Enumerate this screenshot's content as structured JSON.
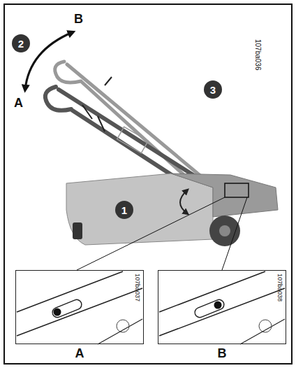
{
  "diagram": {
    "nodes": [
      {
        "text": [
          "2"
        ]
      },
      {
        "text": [
          "3"
        ]
      },
      {
        "text": [
          "1"
        ]
      },
      {
        "text": [
          "107ba037",
          "A"
        ]
      },
      {
        "text": [
          "107ba038",
          "B"
        ]
      }
    ],
    "labels": [
      "B",
      "A",
      "107ba036"
    ]
  }
}
